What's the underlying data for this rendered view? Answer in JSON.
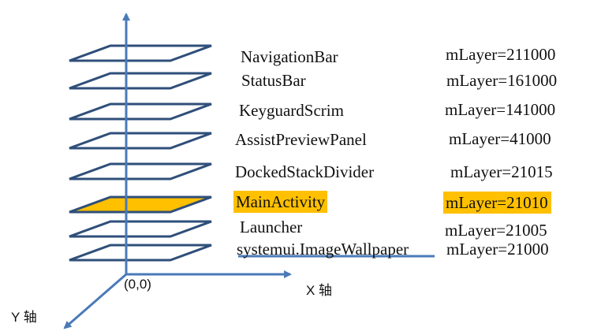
{
  "highlight_color": "#ffc000",
  "plane_stroke_color": "#2f4f7a",
  "axis_color": "#4a7ab8",
  "axes": {
    "origin_label": "(0,0)",
    "x_label": "X 轴",
    "y_label": "Y 轴"
  },
  "layers": [
    {
      "name": "NavigationBar",
      "value": "mLayer=211000",
      "highlighted": false
    },
    {
      "name": "StatusBar",
      "value": "mLayer=161000",
      "highlighted": false
    },
    {
      "name": "KeyguardScrim",
      "value": "mLayer=141000",
      "highlighted": false
    },
    {
      "name": "AssistPreviewPanel",
      "value": "mLayer=41000",
      "highlighted": false
    },
    {
      "name": "DockedStackDivider",
      "value": "mLayer=21015",
      "highlighted": false
    },
    {
      "name": "MainActivity",
      "value": "mLayer=21010",
      "highlighted": true
    },
    {
      "name": "Launcher",
      "value": "mLayer=21005",
      "highlighted": false
    },
    {
      "name": "systemui.ImageWallpaper",
      "value": "mLayer=21000",
      "highlighted": false
    }
  ]
}
